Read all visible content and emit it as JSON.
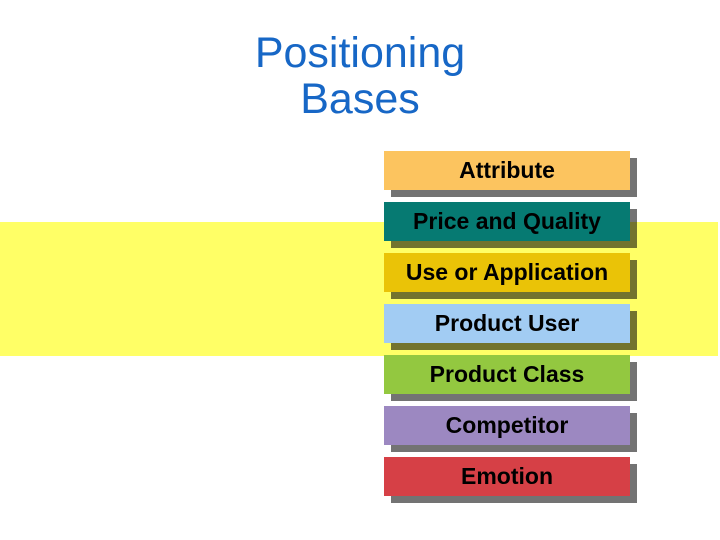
{
  "slide": {
    "title": {
      "line1": "Positioning",
      "line2": "Bases"
    },
    "colors": {
      "title": "#1767C6",
      "band": "#FFFF66",
      "box_text": "#000000",
      "shadow": "rgba(0,0,0,0.55)",
      "background": "#FFFFFF"
    },
    "boxes": [
      {
        "label": "Attribute",
        "color": "#FCC45F"
      },
      {
        "label": "Price and Quality",
        "color": "#067A72"
      },
      {
        "label": "Use or Application",
        "color": "#EAC307"
      },
      {
        "label": "Product User",
        "color": "#A2CCF3"
      },
      {
        "label": "Product Class",
        "color": "#93C840"
      },
      {
        "label": "Competitor",
        "color": "#9C88C1"
      },
      {
        "label": "Emotion",
        "color": "#D64046"
      }
    ]
  }
}
